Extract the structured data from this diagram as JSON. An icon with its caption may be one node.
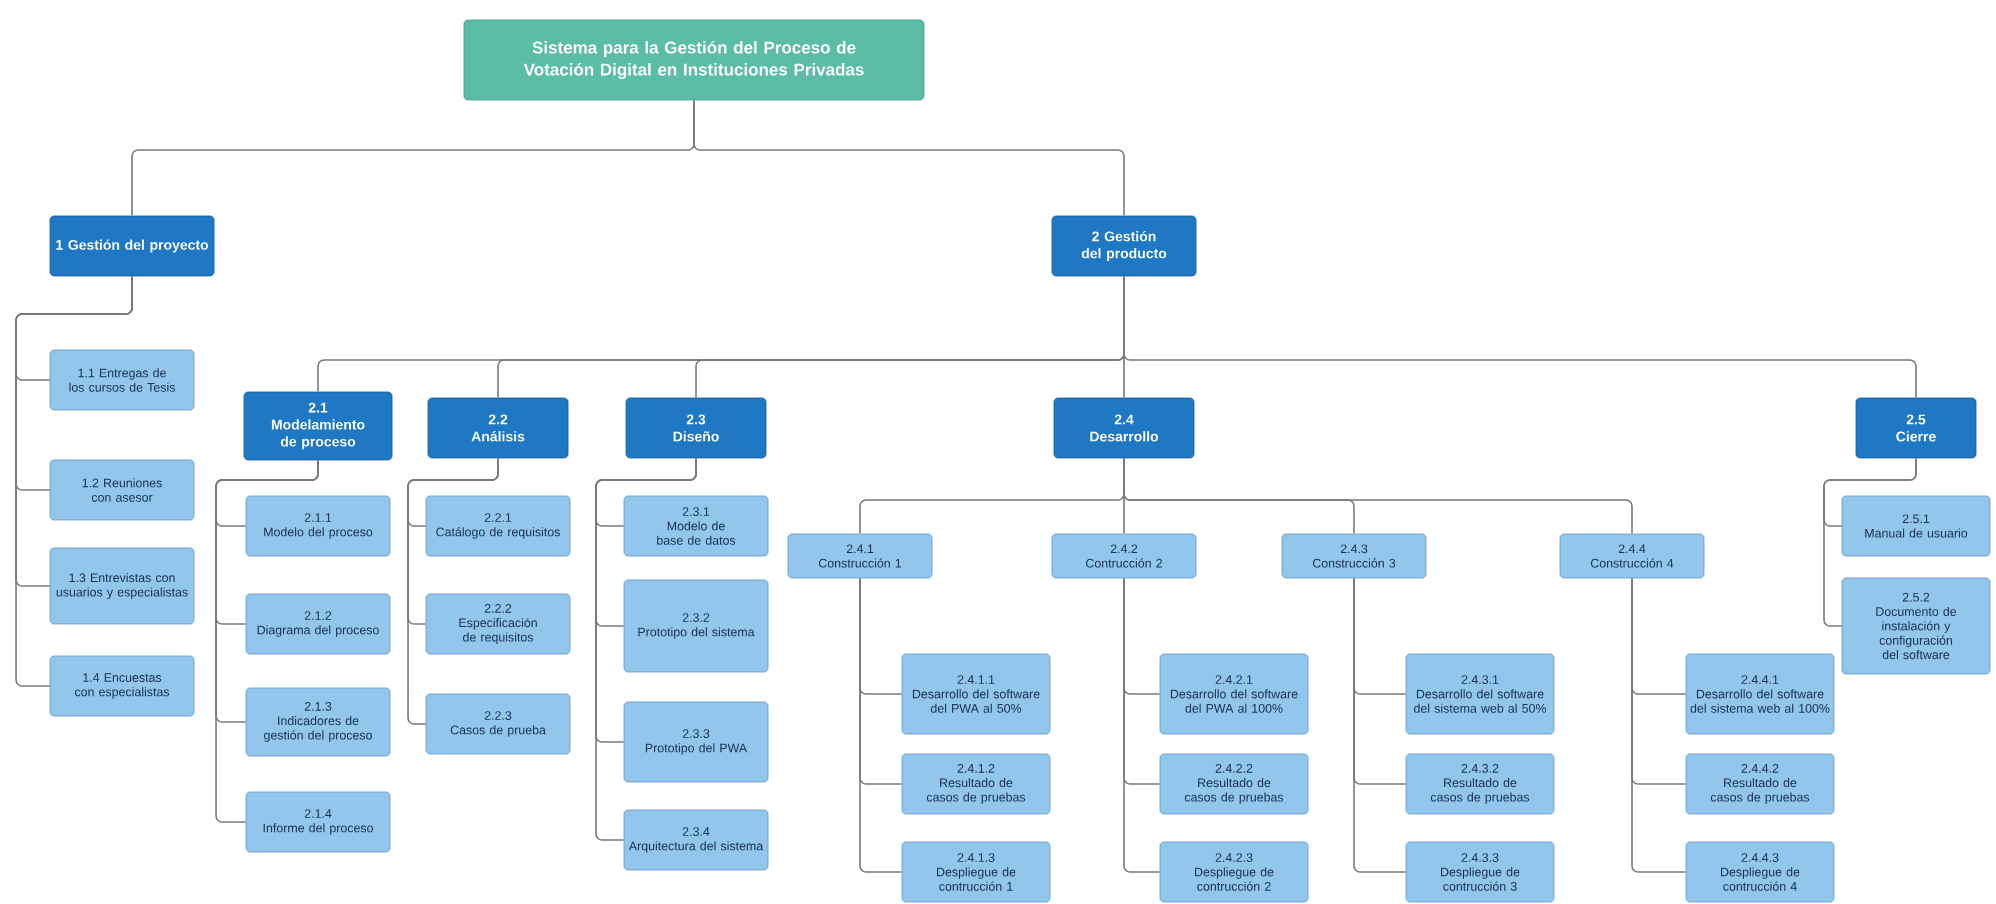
{
  "diagram": {
    "nodes": [
      {
        "text": [
          "Sistema para la Gestión del Proceso de Votación Digital en Instituciones Privadas"
        ]
      },
      {
        "text": [
          "1 Gestión del proyecto"
        ]
      },
      {
        "text": [
          "2 Gestión del producto"
        ]
      },
      {
        "text": [
          "1.1 Entregas de los cursos de Tesis"
        ]
      },
      {
        "text": [
          "1.2 Reuniones con asesor"
        ]
      },
      {
        "text": [
          "1.3 Entrevistas con usuarios y especialistas"
        ]
      },
      {
        "text": [
          "1.4 Encuestas con especialistas"
        ]
      },
      {
        "text": [
          "2.1",
          "Modelamiento de proceso"
        ]
      },
      {
        "text": [
          "2.2",
          "Análisis"
        ]
      },
      {
        "text": [
          "2.3",
          "Diseño"
        ]
      },
      {
        "text": [
          "2.4",
          "Desarrollo"
        ]
      },
      {
        "text": [
          "2.5",
          "Cierre"
        ]
      },
      {
        "text": [
          "2.1.1",
          "Modelo del proceso"
        ]
      },
      {
        "text": [
          "2.1.2",
          "Diagrama del proceso"
        ]
      },
      {
        "text": [
          "2.1.3",
          "Indicadores de gestión del proceso"
        ]
      },
      {
        "text": [
          "2.1.4",
          "Informe del proceso"
        ]
      },
      {
        "text": [
          "2.2.1",
          "Catálogo de requisitos"
        ]
      },
      {
        "text": [
          "2.2.2",
          "Especificación de requisitos"
        ]
      },
      {
        "text": [
          "2.2.3",
          "Casos de prueba"
        ]
      },
      {
        "text": [
          "2.3.1",
          "Modelo de base de datos"
        ]
      },
      {
        "text": [
          "2.3.2",
          "Prototipo del sistema"
        ]
      },
      {
        "text": [
          "2.3.3",
          "Prototipo del PWA"
        ]
      },
      {
        "text": [
          "2.3.4",
          "Arquitectura del sistema"
        ]
      },
      {
        "text": [
          "2.4.1",
          "Construcción 1"
        ]
      },
      {
        "text": [
          "2.4.2",
          "Contrucción 2"
        ]
      },
      {
        "text": [
          "2.4.3",
          "Construcción 3"
        ]
      },
      {
        "text": [
          "2.4.4",
          "Construcción 4"
        ]
      },
      {
        "text": [
          "2.4.1.1",
          "Desarrollo del software del PWA al 50%"
        ]
      },
      {
        "text": [
          "2.4.1.2",
          "Resultado de casos de pruebas"
        ]
      },
      {
        "text": [
          "2.4.1.3",
          "Despliegue de contrucción 1"
        ]
      },
      {
        "text": [
          "2.4.2.1",
          "Desarrollo del software del PWA al 100%"
        ]
      },
      {
        "text": [
          "2.4.2.2",
          "Resultado de casos de pruebas"
        ]
      },
      {
        "text": [
          "2.4.2.3",
          "Despliegue de contrucción 2"
        ]
      },
      {
        "text": [
          "2.4.3.1",
          "Desarrollo del software del sistema web al 50%"
        ]
      },
      {
        "text": [
          "2.4.3.2",
          "Resultado de casos de pruebas"
        ]
      },
      {
        "text": [
          "2.4.3.3",
          "Despliegue de contrucción 3"
        ]
      },
      {
        "text": [
          "2.4.4.1",
          "Desarrollo del software del sistema web al 100%"
        ]
      },
      {
        "text": [
          "2.4.4.2",
          "Resultado de casos de pruebas"
        ]
      },
      {
        "text": [
          "2.4.4.3",
          "Despliegue de contrucción 4"
        ]
      },
      {
        "text": [
          "2.5.1",
          "Manual de usuario"
        ]
      },
      {
        "text": [
          "2.5.2",
          "Documento de instalación y configuración del software"
        ]
      }
    ],
    "edges": [
      {
        "from": 0,
        "to": 1,
        "arrow": "none"
      },
      {
        "from": 0,
        "to": 2,
        "arrow": "none"
      },
      {
        "from": 1,
        "to": 3,
        "arrow": "none"
      },
      {
        "from": 1,
        "to": 4,
        "arrow": "none"
      },
      {
        "from": 1,
        "to": 5,
        "arrow": "none"
      },
      {
        "from": 1,
        "to": 6,
        "arrow": "none"
      },
      {
        "from": 2,
        "to": 7,
        "arrow": "none"
      },
      {
        "from": 2,
        "to": 8,
        "arrow": "none"
      },
      {
        "from": 2,
        "to": 9,
        "arrow": "none"
      },
      {
        "from": 2,
        "to": 10,
        "arrow": "none"
      },
      {
        "from": 2,
        "to": 11,
        "arrow": "none"
      },
      {
        "from": 7,
        "to": 12,
        "arrow": "none"
      },
      {
        "from": 7,
        "to": 13,
        "arrow": "none"
      },
      {
        "from": 7,
        "to": 14,
        "arrow": "none"
      },
      {
        "from": 7,
        "to": 15,
        "arrow": "none"
      },
      {
        "from": 8,
        "to": 16,
        "arrow": "none"
      },
      {
        "from": 8,
        "to": 17,
        "arrow": "none"
      },
      {
        "from": 8,
        "to": 18,
        "arrow": "none"
      },
      {
        "from": 9,
        "to": 19,
        "arrow": "none"
      },
      {
        "from": 9,
        "to": 20,
        "arrow": "none"
      },
      {
        "from": 9,
        "to": 21,
        "arrow": "none"
      },
      {
        "from": 9,
        "to": 22,
        "arrow": "none"
      },
      {
        "from": 10,
        "to": 23,
        "arrow": "none"
      },
      {
        "from": 10,
        "to": 24,
        "arrow": "none"
      },
      {
        "from": 10,
        "to": 25,
        "arrow": "none"
      },
      {
        "from": 10,
        "to": 26,
        "arrow": "none"
      },
      {
        "from": 23,
        "to": 27,
        "arrow": "none"
      },
      {
        "from": 23,
        "to": 28,
        "arrow": "none"
      },
      {
        "from": 23,
        "to": 29,
        "arrow": "none"
      },
      {
        "from": 24,
        "to": 30,
        "arrow": "none"
      },
      {
        "from": 24,
        "to": 31,
        "arrow": "none"
      },
      {
        "from": 24,
        "to": 32,
        "arrow": "none"
      },
      {
        "from": 25,
        "to": 33,
        "arrow": "none"
      },
      {
        "from": 25,
        "to": 34,
        "arrow": "none"
      },
      {
        "from": 25,
        "to": 35,
        "arrow": "none"
      },
      {
        "from": 26,
        "to": 36,
        "arrow": "none"
      },
      {
        "from": 26,
        "to": 37,
        "arrow": "none"
      },
      {
        "from": 26,
        "to": 38,
        "arrow": "none"
      },
      {
        "from": 11,
        "to": 39,
        "arrow": "none"
      },
      {
        "from": 11,
        "to": 40,
        "arrow": "none"
      }
    ]
  }
}
